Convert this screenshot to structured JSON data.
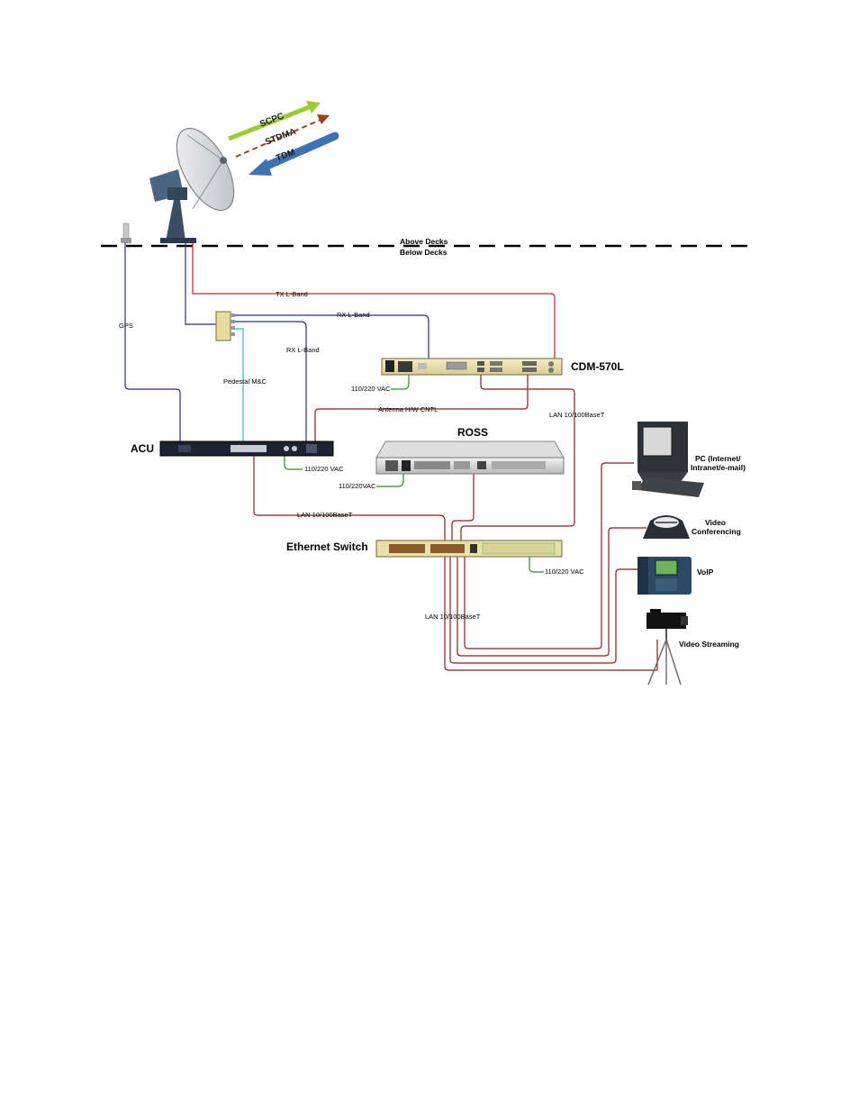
{
  "diagram": {
    "deck_labels": {
      "above": "Above Decks",
      "below": "Below Decks"
    },
    "signals": {
      "scpc": "SCPC",
      "stdma": "STDMA",
      "tdm": "TDM"
    },
    "devices": {
      "cdm": "CDM-570L",
      "ross": "ROSS",
      "acu": "ACU",
      "switch": "Ethernet Switch",
      "pc": [
        "PC (Internet/",
        "Intranet/e-mail)"
      ],
      "video_conf": [
        "Video",
        "Conferencing"
      ],
      "voip": "VoIP",
      "video_streaming": "Video Streaming"
    },
    "cables": {
      "gps": "GPS",
      "tx_lband": "TX L-Band",
      "rx_lband_top": "RX L-Band",
      "rx_lband_side": "RX L-Band",
      "pedestal": "Pedestal M&C",
      "antenna_hw": "Antenna H/W CNTL",
      "lan_cdm": "LAN 10/100BaseT",
      "lan_acu": "LAN 10/100BaseT",
      "lan_switch": "LAN 10/100BaseT"
    },
    "power": {
      "cdm": "110/220 VAC",
      "acu": "110/220 VAC",
      "ross": "110/220VAC",
      "switch": "110/220 VAC"
    },
    "colors": {
      "tx": "#c0262c",
      "rx": "#2a2f7a",
      "pedestal": "#44c8d8",
      "power": "#2e8b2e",
      "lan": "#8b1a1a",
      "scpc": "#9ccc32",
      "stdma": "#a0421a",
      "tdm": "#3f72b2"
    }
  }
}
